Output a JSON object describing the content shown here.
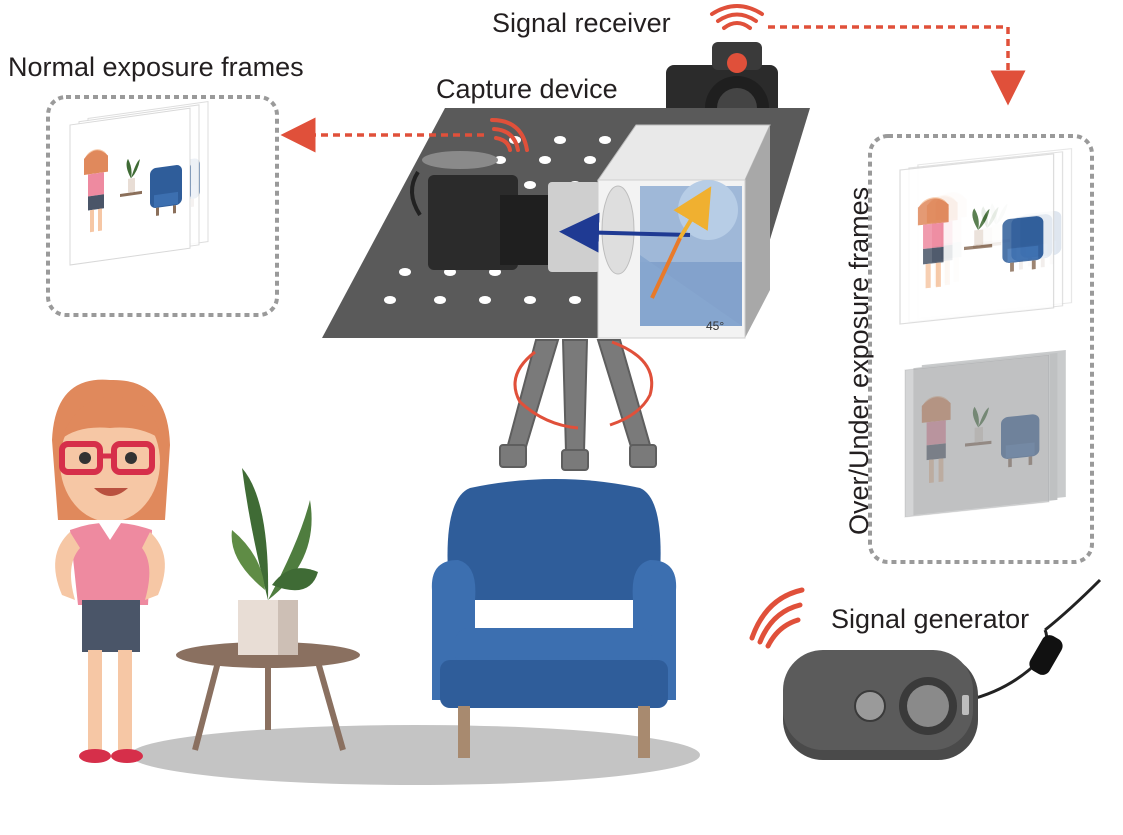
{
  "labels": {
    "normal_frames": "Normal exposure frames",
    "capture_device": "Capture device",
    "signal_receiver": "Signal receiver",
    "signal_generator": "Signal generator",
    "over_under_frames": "Over/Under exposure frames",
    "angle": "45°"
  },
  "colors": {
    "signal_red": "#e0503a",
    "platform_gray": "#5a5a5a",
    "chair_blue": "#2f5d9a",
    "arrow_blue": "#1f3a93",
    "arrow_yellow": "#f0b030",
    "arrow_orange": "#e87a2a",
    "frame_border": "#9a9a9a"
  },
  "icons": [
    "signal-waves-icon",
    "camera-icon",
    "tripod-icon",
    "beam-splitter-icon",
    "remote-control-icon",
    "woman-figure",
    "plant-table",
    "armchair"
  ]
}
